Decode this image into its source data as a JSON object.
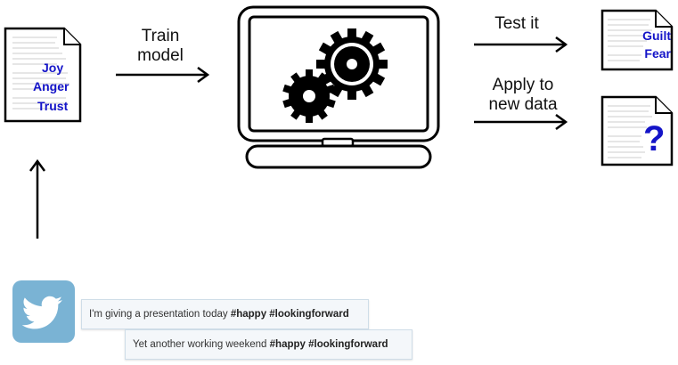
{
  "labels": {
    "train": [
      "Train",
      "model"
    ],
    "test": "Test it",
    "apply": [
      "Apply to",
      "new data"
    ]
  },
  "doc_input": {
    "emotions": [
      "Joy",
      "Anger",
      "Trust"
    ]
  },
  "doc_test": {
    "emotions": [
      "Guilt",
      "Fear"
    ]
  },
  "doc_new": {
    "symbol": "?"
  },
  "tweets": [
    {
      "text": "I'm giving a presentation today ",
      "tags": "#happy #lookingforward"
    },
    {
      "text": "Yet another working weekend ",
      "tags": "#happy #lookingforward"
    }
  ],
  "icons": {
    "twitter": "twitter-bird-icon",
    "laptop": "laptop-icon",
    "gears": "gears-icon",
    "document": "document-icon"
  },
  "colors": {
    "emotion_text": "#1414c8",
    "twitter_bg": "#7ab3d4",
    "tweet_bg": "#f4f7fa"
  }
}
